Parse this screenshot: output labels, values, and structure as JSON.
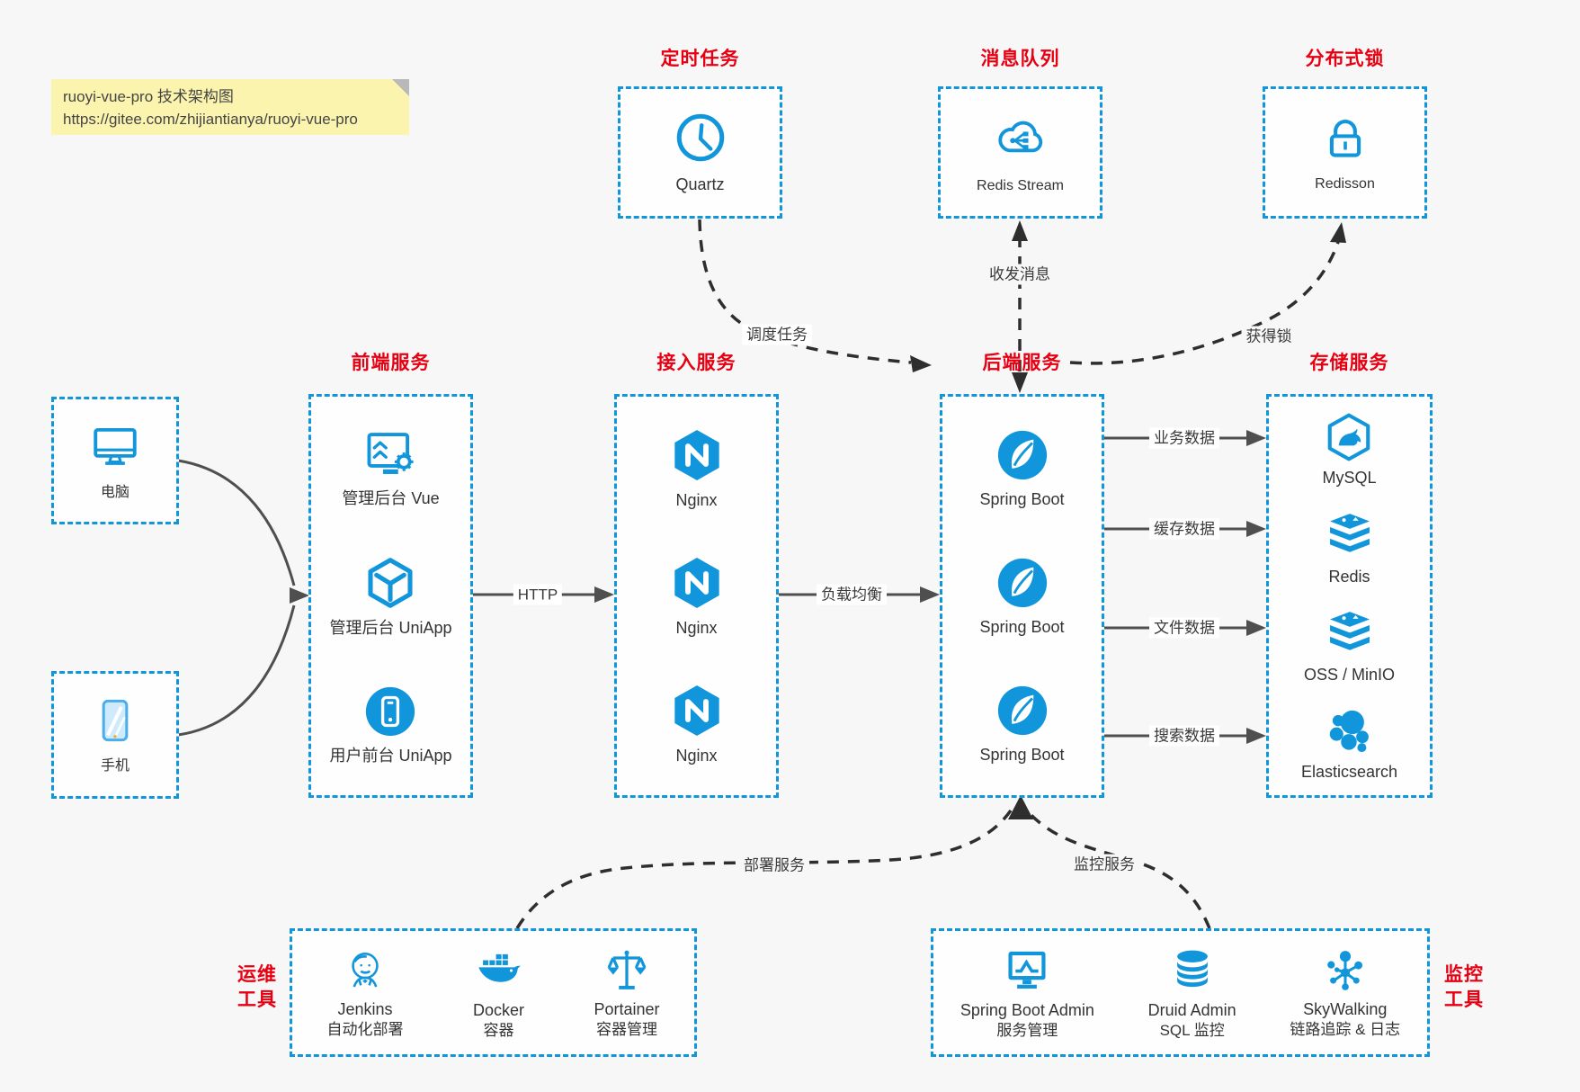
{
  "colors": {
    "accent_blue": "#1296db",
    "title_red": "#e60012",
    "solid_line_gray": "#4f4f4f",
    "dashed_line_dark": "#2e2e2e",
    "note_yellow": "#fbf4ae",
    "page_background": "#f7f7f7"
  },
  "note": {
    "line1": "ruoyi-vue-pro 技术架构图",
    "line2": "https://gitee.com/zhijiantianya/ruoyi-vue-pro"
  },
  "top_groups": [
    {
      "title": "定时任务",
      "icon": "clock-icon",
      "label": "Quartz"
    },
    {
      "title": "消息队列",
      "icon": "cloud-share-icon",
      "label": "Redis Stream"
    },
    {
      "title": "分布式锁",
      "icon": "lock-icon",
      "label": "Redisson"
    }
  ],
  "clients": [
    {
      "icon": "monitor-icon",
      "label": "电脑"
    },
    {
      "icon": "phone-icon",
      "label": "手机"
    }
  ],
  "columns": [
    {
      "title": "前端服务",
      "items": [
        {
          "icon": "admin-vue-icon",
          "label": "管理后台 Vue"
        },
        {
          "icon": "uniapp-cube-icon",
          "label": "管理后台 UniApp"
        },
        {
          "icon": "user-uniapp-icon",
          "label": "用户前台 UniApp"
        }
      ]
    },
    {
      "title": "接入服务",
      "items": [
        {
          "icon": "nginx-icon",
          "label": "Nginx"
        },
        {
          "icon": "nginx-icon",
          "label": "Nginx"
        },
        {
          "icon": "nginx-icon",
          "label": "Nginx"
        }
      ]
    },
    {
      "title": "后端服务",
      "items": [
        {
          "icon": "springboot-icon",
          "label": "Spring Boot"
        },
        {
          "icon": "springboot-icon",
          "label": "Spring Boot"
        },
        {
          "icon": "springboot-icon",
          "label": "Spring Boot"
        }
      ]
    },
    {
      "title": "存储服务",
      "items": [
        {
          "icon": "mysql-icon",
          "label": "MySQL"
        },
        {
          "icon": "redis-stack-icon",
          "label": "Redis"
        },
        {
          "icon": "redis-stack-icon",
          "label": "OSS / MinIO"
        },
        {
          "icon": "elasticsearch-icon",
          "label": "Elasticsearch"
        }
      ]
    }
  ],
  "bottom_groups": [
    {
      "title_line1": "运维",
      "title_line2": "工具",
      "items": [
        {
          "icon": "jenkins-icon",
          "label": "Jenkins",
          "sublabel": "自动化部署"
        },
        {
          "icon": "docker-icon",
          "label": "Docker",
          "sublabel": "容器"
        },
        {
          "icon": "portainer-icon",
          "label": "Portainer",
          "sublabel": "容器管理"
        }
      ]
    },
    {
      "title_line1": "监控",
      "title_line2": "工具",
      "items": [
        {
          "icon": "sba-icon",
          "label": "Spring Boot Admin",
          "sublabel": "服务管理"
        },
        {
          "icon": "druid-icon",
          "label": "Druid Admin",
          "sublabel": "SQL 监控"
        },
        {
          "icon": "skywalking-icon",
          "label": "SkyWalking",
          "sublabel": "链路追踪 & 日志"
        }
      ]
    }
  ],
  "edges": {
    "http": "HTTP",
    "load_balance": "负载均衡",
    "schedule_task": "调度任务",
    "send_receive_msg": "收发消息",
    "acquire_lock": "获得锁",
    "business_data": "业务数据",
    "cache_data": "缓存数据",
    "file_data": "文件数据",
    "search_data": "搜索数据",
    "deploy_service": "部署服务",
    "monitor_service": "监控服务"
  }
}
